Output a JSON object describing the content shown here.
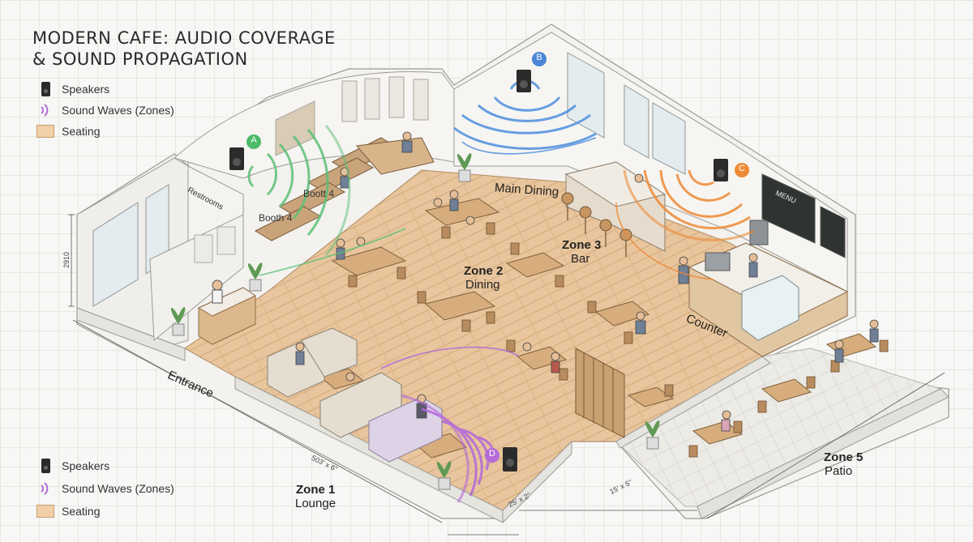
{
  "title": "MODERN CAFE: AUDIO COVERAGE\n& SOUND PROPAGATION",
  "legend": {
    "speakers": "Speakers",
    "sound_waves": "Sound Waves (Zones)",
    "seating": "Seating"
  },
  "speakers": [
    {
      "badge": "A",
      "color": "#3aa65a"
    },
    {
      "badge": "B",
      "color": "#3b78c8"
    },
    {
      "badge": "C",
      "color": "#e5832b"
    },
    {
      "badge": "D",
      "color": "#a857d6"
    }
  ],
  "zones": [
    {
      "title": "Zone 1",
      "sub": "Lounge"
    },
    {
      "title": "Zone 2",
      "sub": "Dining"
    },
    {
      "title": "Zone 3",
      "sub": "Bar"
    },
    {
      "title": "Zone 5",
      "sub": "Patio"
    }
  ],
  "areas": {
    "main_dining": "Main Dining",
    "counter": "Counter",
    "entrance": "Entrance",
    "restrooms": "Restrooms",
    "booth_upper": "Boott 4",
    "booth_lower": "Booth 4"
  },
  "dimensions": {
    "left": "2910",
    "front_left": "503' x 6\"",
    "front_mid": "25' x 2\"",
    "front_right": "15' x 5\""
  },
  "menu": {
    "board": "MENU"
  },
  "colors": {
    "zone_a": "#3aa65a",
    "zone_b": "#3b78c8",
    "zone_c": "#e5832b",
    "zone_d": "#a857d6",
    "floor": "#e9c9a1",
    "wall": "#f2f1ee",
    "seating": "#f1cfa8"
  }
}
